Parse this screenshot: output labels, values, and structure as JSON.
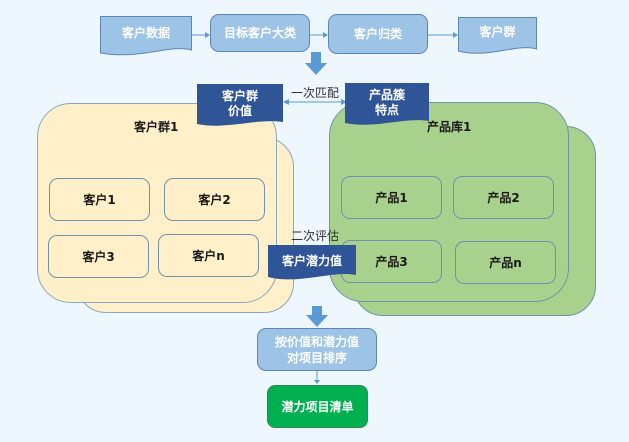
{
  "top_flow": {
    "customer_data": "客户数据",
    "target_category": "目标客户大类",
    "customer_classification": "客户归类",
    "customer_group": "客户群"
  },
  "match": {
    "first_match_label": "一次匹配",
    "group_value": "客户群\n价值",
    "product_features": "产品簇\n特点"
  },
  "customer_group_box": {
    "title": "客户群1",
    "items": [
      "客户1",
      "客户2",
      "客户3",
      "客户n"
    ]
  },
  "product_library_box": {
    "title": "产品库1",
    "items": [
      "产品1",
      "产品2",
      "产品3",
      "产品n"
    ]
  },
  "evaluation": {
    "second_eval_label": "二次评估",
    "potential_value": "客户潜力值"
  },
  "bottom_flow": {
    "sort_step": "按价值和潜力值\n对项目排序",
    "result": "潜力项目清单"
  },
  "colors": {
    "background": "#eef6fe",
    "process_fill": "#9dc3e6",
    "dark_tag": "#2f5597",
    "customer_fill": "#fff0c9",
    "product_fill": "#a9d18e",
    "result_fill": "#00b050",
    "arrow": "#5b9bd5"
  }
}
